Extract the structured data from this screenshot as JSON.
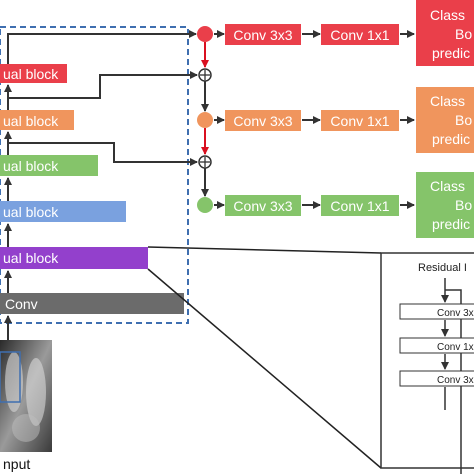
{
  "backbone": {
    "blocks": [
      {
        "label": "ual block",
        "color": "#ea3f4a"
      },
      {
        "label": "ual block",
        "color": "#f0955d"
      },
      {
        "label": "ual block",
        "color": "#85c46a"
      },
      {
        "label": "ual block",
        "color": "#7aa1df"
      },
      {
        "label": "ual block",
        "color": "#9340cc"
      }
    ],
    "conv": {
      "label": "Conv",
      "color": "#6b6b6b"
    },
    "input_label": "nput"
  },
  "heads": [
    {
      "color": "#ea3f4a",
      "conv1": "Conv 3x3",
      "conv2": "Conv 1x1",
      "out_lines": [
        "Class",
        "Bo",
        "predic"
      ]
    },
    {
      "color": "#f0955d",
      "conv1": "Conv 3x3",
      "conv2": "Conv 1x1",
      "out_lines": [
        "Class",
        "Bo",
        "predic"
      ]
    },
    {
      "color": "#85c46a",
      "conv1": "Conv 3x3",
      "conv2": "Conv 1x1",
      "out_lines": [
        "Class",
        "Bo",
        "predic"
      ]
    }
  ],
  "residual_detail": {
    "title": "Residual I",
    "layers": [
      "Conv 3x",
      "Conv 1x",
      "Conv 3x"
    ]
  },
  "colors": {
    "arrow": "#333333",
    "up_arrow": "#d91020",
    "dash_box": "#3f6fb0"
  }
}
